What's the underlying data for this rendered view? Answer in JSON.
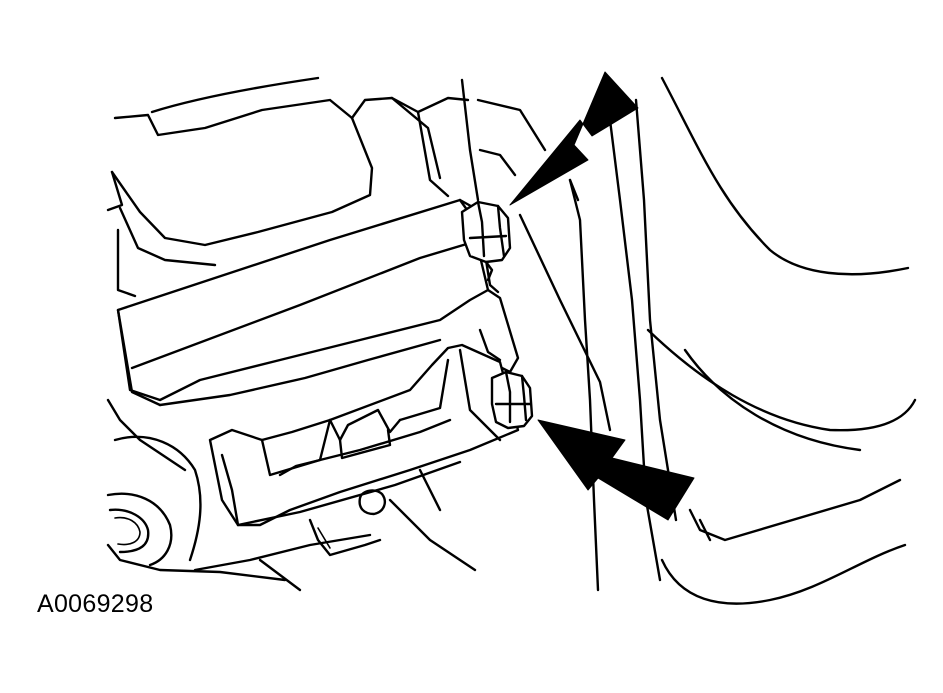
{
  "figure": {
    "id": "A0069298"
  },
  "colors": {
    "line": "#000000",
    "background": "#ffffff"
  },
  "callouts": [
    {
      "name": "upper-bolt-arrow",
      "points_to": "upper-bolt"
    },
    {
      "name": "lower-bolt-arrow",
      "points_to": "lower-bolt"
    }
  ]
}
